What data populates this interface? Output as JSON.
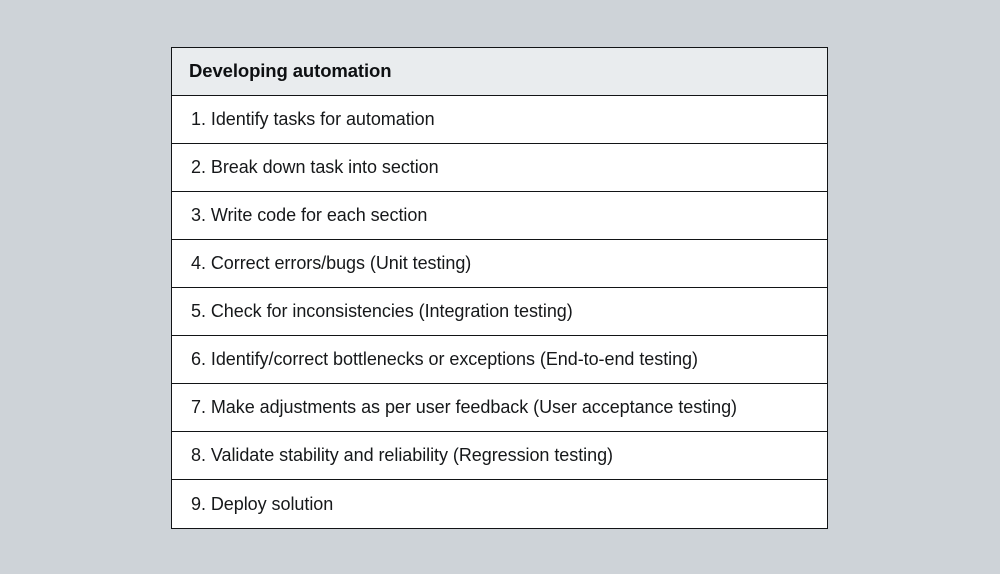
{
  "page": {
    "background_color": "#ced3d8"
  },
  "table": {
    "border_color": "#121416",
    "header_background": "#e9ecee",
    "row_background": "#ffffff",
    "text_color": "#16181a",
    "header": {
      "title": "Developing automation"
    },
    "rows": [
      {
        "number": "1.",
        "text": "1. Identify tasks for automation"
      },
      {
        "number": "2.",
        "text": "2. Break down task into section"
      },
      {
        "number": "3.",
        "text": "3. Write code for each section"
      },
      {
        "number": "4.",
        "text": "4. Correct errors/bugs (Unit testing)"
      },
      {
        "number": "5.",
        "text": "5. Check for inconsistencies (Integration testing)"
      },
      {
        "number": "6.",
        "text": "6. Identify/correct bottlenecks or exceptions (End-to-end testing)"
      },
      {
        "number": "7.",
        "text": "7. Make adjustments as per user feedback (User acceptance testing)"
      },
      {
        "number": "8.",
        "text": "8. Validate stability and reliability (Regression testing)"
      },
      {
        "number": "9.",
        "text": "9. Deploy solution"
      }
    ]
  }
}
